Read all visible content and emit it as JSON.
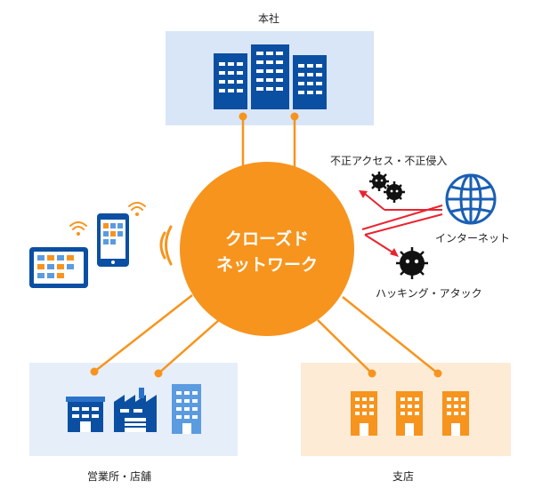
{
  "labels": {
    "headquarters": "本社",
    "sales_stores": "営業所・店舗",
    "branch": "支店",
    "center_line1": "クローズド",
    "center_line2": "ネットワーク",
    "unauthorized_access": "不正アクセス・不正侵入",
    "internet": "インターネット",
    "hacking_attack": "ハッキング・アタック"
  },
  "colors": {
    "orange": "#F7941D",
    "navy": "#0B4FA2",
    "blue_mid": "#2B73C9",
    "blue_light": "#5B9BE0",
    "hq_panel": "#D9E6F8",
    "sales_panel": "#E6EEF9",
    "branch_panel": "#FDEBD6",
    "threat_red": "#E8242F",
    "globe_blue": "#1A5FB4"
  },
  "icons": {
    "center": "network-circle",
    "threat": "virus-icon",
    "internet": "globe-icon",
    "signal": "wifi-icon",
    "building": "building-icon"
  }
}
